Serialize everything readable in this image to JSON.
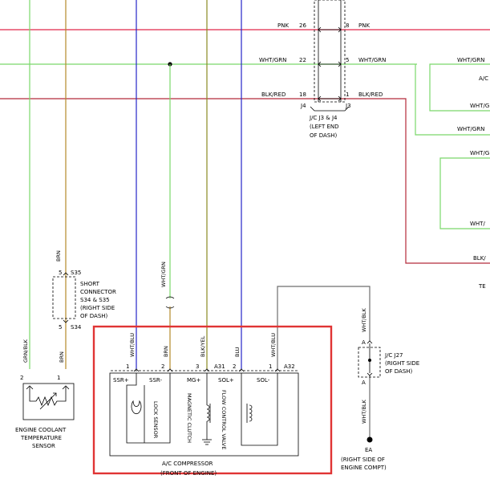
{
  "colors": {
    "pnk": "#e0284a",
    "green": "#7ad86a",
    "blkred": "#b32a3a",
    "blue": "#2424c8",
    "brown": "#b58a2a",
    "olive": "#8a8a22",
    "gray": "#6e6e6e",
    "highlight": "#e03434"
  },
  "jc_top": {
    "row1": {
      "label_left": "PNK",
      "pin_left": "26",
      "pin_right": "8",
      "label_right": "PNK"
    },
    "row2": {
      "label_left": "WHT/GRN",
      "pin_left": "22",
      "pin_right": "5",
      "label_right": "WHT/GRN"
    },
    "row3": {
      "label_left": "BLK/RED",
      "pin_left": "18",
      "pin_right": "1",
      "label_right": "BLK/RED"
    },
    "conn_left": "J4",
    "conn_right": "J3",
    "caption1": "J/C J3 & J4",
    "caption2": "(LEFT END",
    "caption3": "OF DASH)"
  },
  "right_edge": {
    "l1": "WHT/GRN",
    "l2": "A/C",
    "l3": "WHT/G",
    "l4": "WHT/GRN",
    "l5": "WHT/G",
    "l6": "WHT/",
    "l7": "BLK/",
    "l8": "TE"
  },
  "short_connector": {
    "wire_label": "BRN",
    "pin_top": "5",
    "id_top": "S35",
    "pin_bottom": "5",
    "id_bottom": "S34",
    "caption1": "SHORT",
    "caption2": "CONNECTOR",
    "caption3": "S34 & S35",
    "caption4": "(RIGHT SIDE",
    "caption5": "OF DASH)"
  },
  "wht_grn_drop": "WHT/GRN",
  "sensor": {
    "wire_left": "GRN/BLK",
    "wire_right": "BRN",
    "pin_left": "2",
    "pin_right": "1",
    "caption1": "ENGINE COOLANT",
    "caption2": "TEMPERATURE",
    "caption3": "SENSOR"
  },
  "compressor": {
    "wire1": "WHT/BLU",
    "wire2": "BRN",
    "wire3": "BLK/YEL",
    "wire4": "BLU",
    "wire5": "WHT/BLU",
    "pin1": "1",
    "pin2": "2",
    "pin3": "3",
    "pin4": "2",
    "pin5": "1",
    "conn1": "A31",
    "conn2": "A32",
    "term1": "SSR+",
    "term2": "SSR-",
    "term3": "MG+",
    "term4": "SOL+",
    "term5": "SOL-",
    "lock_sensor": "LOCK SENSOR",
    "magnetic_clutch": "MAGNETIC CLUTCH",
    "flow_valve": "FLOW CONTROL VALVE",
    "caption1": "A/C COMPRESSOR",
    "caption2": "(FRONT OF ENGINE)"
  },
  "jc27": {
    "wire_top": "WHT/BLK",
    "wire_bottom": "WHT/BLK",
    "pin_top": "A",
    "pin_bottom": "A",
    "caption1": "J/C J27",
    "caption2": "(RIGHT SIDE",
    "caption3": "OF DASH)"
  },
  "ground": {
    "label": "EA",
    "caption1": "(RIGHT SIDE OF",
    "caption2": "ENGINE COMPT)"
  }
}
